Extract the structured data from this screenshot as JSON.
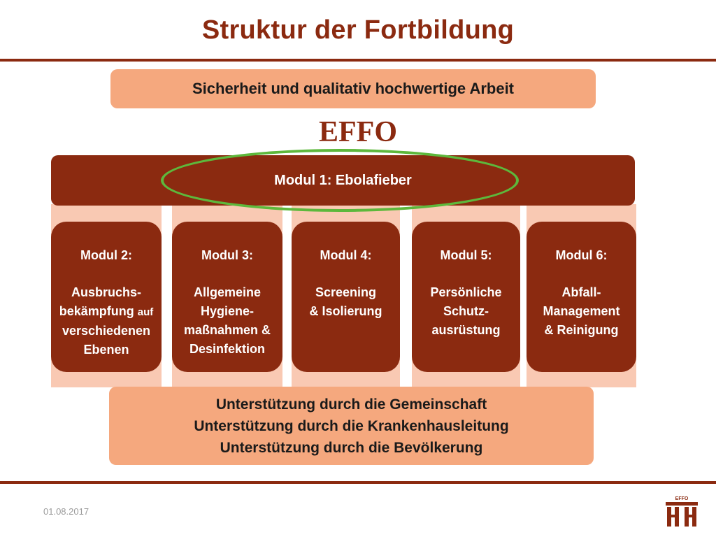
{
  "slide": {
    "title": "Struktur der Fortbildung",
    "top_banner": "Sicherheit und qualitativ hochwertige Arbeit",
    "program_name": "EFFO",
    "modul1": "Modul 1: Ebolafieber",
    "modules": [
      {
        "title": "Modul 2:",
        "lines": [
          "Ausbruchs-",
          "bekämpfung",
          "auf",
          "verschiedenen",
          "Ebenen"
        ]
      },
      {
        "title": "Modul 3:",
        "lines": [
          "Allgemeine",
          "Hygiene-",
          "maßnahmen &",
          "Desinfektion"
        ]
      },
      {
        "title": "Modul 4:",
        "lines": [
          "Screening",
          "& Isolierung"
        ]
      },
      {
        "title": "Modul 5:",
        "lines": [
          "Persönliche",
          "Schutz-",
          "ausrüstung"
        ]
      },
      {
        "title": "Modul 6:",
        "lines": [
          "Abfall-",
          "Management",
          "& Reinigung"
        ]
      }
    ],
    "support_lines": [
      "Unterstützung durch die Gemeinschaft",
      "Unterstützung durch die Krankenhausleitung",
      "Unterstützung durch die Bevölkerung"
    ],
    "date": "01.08.2017",
    "logo_text": "EFFO"
  },
  "colors": {
    "primary": "#8B2A10",
    "banner": "#F5A87E",
    "pillar": "#F9C9B3",
    "highlight": "#5DB83C"
  },
  "icons": {
    "logo": "effo-pillars-icon"
  }
}
